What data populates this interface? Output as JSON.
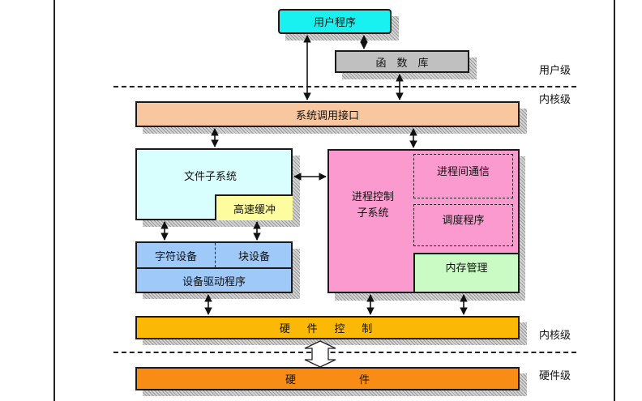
{
  "boxes": {
    "user_program": "用户程序",
    "function_lib": "函　数　库",
    "syscall_interface": "系统调用接口",
    "file_subsystem": "文件子系统",
    "buffer_cache": "高速缓冲",
    "char_device": "字符设备",
    "block_device": "块设备",
    "device_driver": "设备驱动程序",
    "process_control_line1": "进程控制",
    "process_control_line2": "子系统",
    "ipc": "进程间通信",
    "scheduler": "调度程序",
    "memory_mgmt": "内存管理",
    "hardware_control": "硬　件　控　制",
    "hardware": "硬　　　　　　件"
  },
  "levels": {
    "user_level": "用户级",
    "kernel_level_top": "内核级",
    "kernel_level_bottom": "内核级",
    "hardware_level": "硬件级"
  },
  "colors": {
    "user_program": "#19f0f0",
    "function_lib": "#c0c0c0",
    "syscall_interface": "#f8c7a0",
    "file_subsystem": "#d9fefe",
    "buffer_cache": "#fdfc9e",
    "devices": "#9fc9f8",
    "process_control": "#fb9ace",
    "memory_mgmt": "#cbfbc5",
    "hardware_control": "#fbb805",
    "hardware": "#f98c14"
  }
}
